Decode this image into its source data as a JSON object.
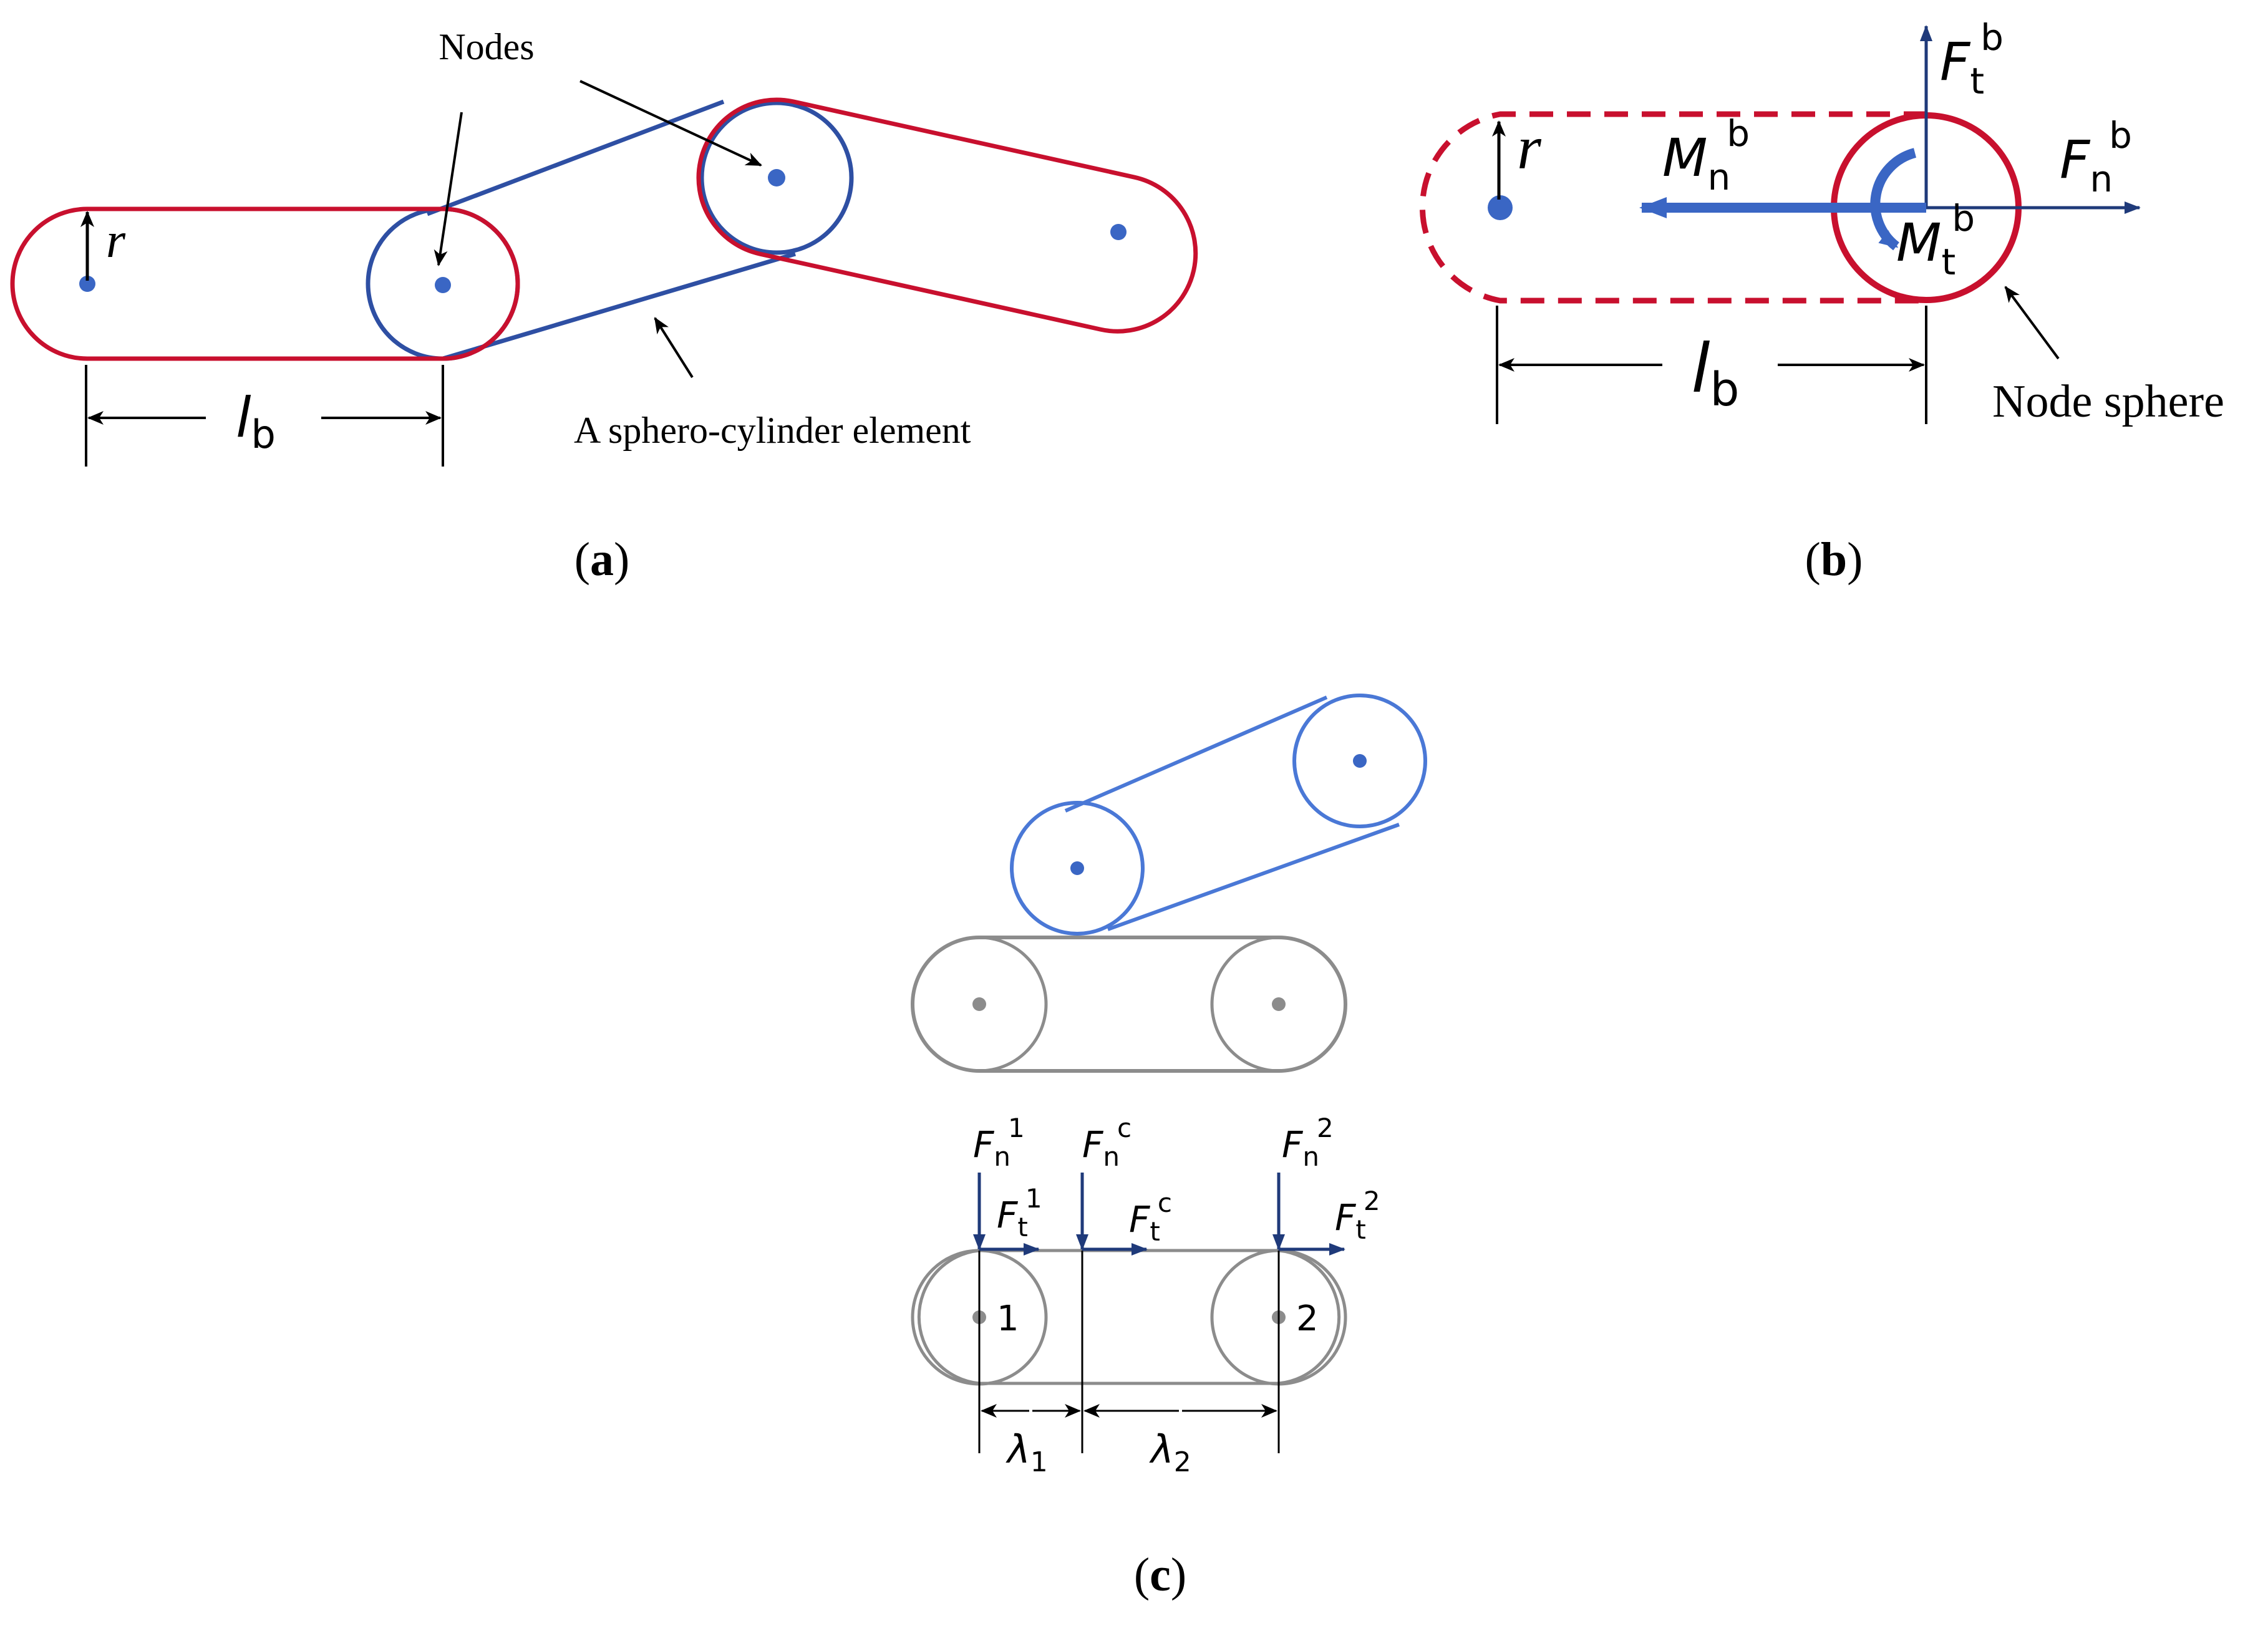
{
  "colors": {
    "red": "#c8102e",
    "blue": "#2e4fa3",
    "node_blue": "#3a66c4",
    "light_blue": "#4a78d6",
    "force_navy": "#1f3a7a",
    "gray": "#8c8c8c",
    "black": "#000000"
  },
  "panel_a": {
    "nodes_label": "Nodes",
    "element_label": "A sphero-cylinder element",
    "radius_symbol": "r",
    "length_symbol": "l",
    "length_sub": "b",
    "caption_open": "(",
    "caption_letter": "a",
    "caption_close": ")"
  },
  "panel_b": {
    "radius_symbol": "r",
    "length_symbol": "l",
    "length_sub": "b",
    "Ft": {
      "base": "F",
      "sub": "t",
      "sup": "b"
    },
    "Fn": {
      "base": "F",
      "sub": "n",
      "sup": "b"
    },
    "Mn": {
      "base": "M",
      "sub": "n",
      "sup": "b"
    },
    "Mt": {
      "base": "M",
      "sub": "t",
      "sup": "b"
    },
    "node_sphere_label": "Node sphere",
    "caption_open": "(",
    "caption_letter": "b",
    "caption_close": ")"
  },
  "panel_c": {
    "Fn1": {
      "base": "F",
      "sub": "n",
      "sup": "1"
    },
    "Ft1": {
      "base": "F",
      "sub": "t",
      "sup": "1"
    },
    "Fnc": {
      "base": "F",
      "sub": "n",
      "sup": "c"
    },
    "Ftc": {
      "base": "F",
      "sub": "t",
      "sup": "c"
    },
    "Fn2": {
      "base": "F",
      "sub": "n",
      "sup": "2"
    },
    "Ft2": {
      "base": "F",
      "sub": "t",
      "sup": "2"
    },
    "node1_label": "1",
    "node2_label": "2",
    "lambda1": {
      "base": "λ",
      "sub": "1"
    },
    "lambda2": {
      "base": "λ",
      "sub": "2"
    },
    "caption_open": "(",
    "caption_letter": "c",
    "caption_close": ")"
  }
}
